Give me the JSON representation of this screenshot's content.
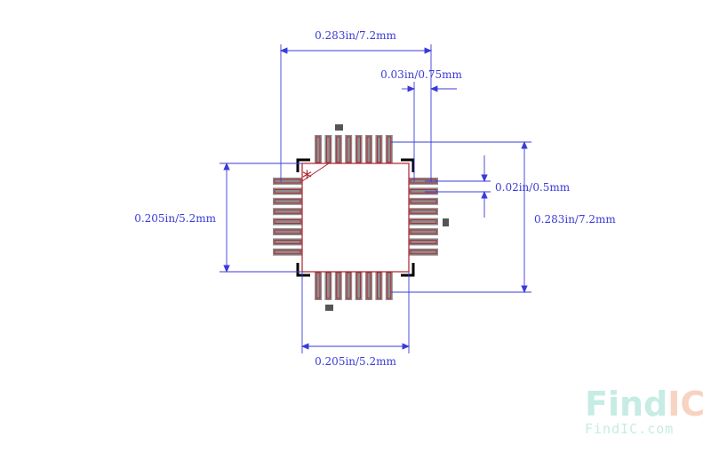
{
  "diagram": {
    "package": {
      "pins_per_side": 8,
      "pin1_marker": "*"
    },
    "dimensions": {
      "top_overall_width": "0.283in/7.2mm",
      "pad_length": "0.03in/0.75mm",
      "pitch": "0.02in/0.5mm",
      "right_overall_height": "0.283in/7.2mm",
      "left_body_height": "0.205in/5.2mm",
      "bottom_body_width": "0.205in/5.2mm"
    },
    "colors": {
      "dimension_line": "#3b3bd9",
      "pad_fill": "#8c8c8c",
      "outline": "#b0202a",
      "body_corner": "#000000",
      "fiducial": "#555555"
    }
  },
  "watermark": {
    "logo_text_1": "Find",
    "logo_text_2": "IC",
    "site": "FindIC.com",
    "color_1": "#c6ece4",
    "color_2": "#f8d3c2"
  }
}
